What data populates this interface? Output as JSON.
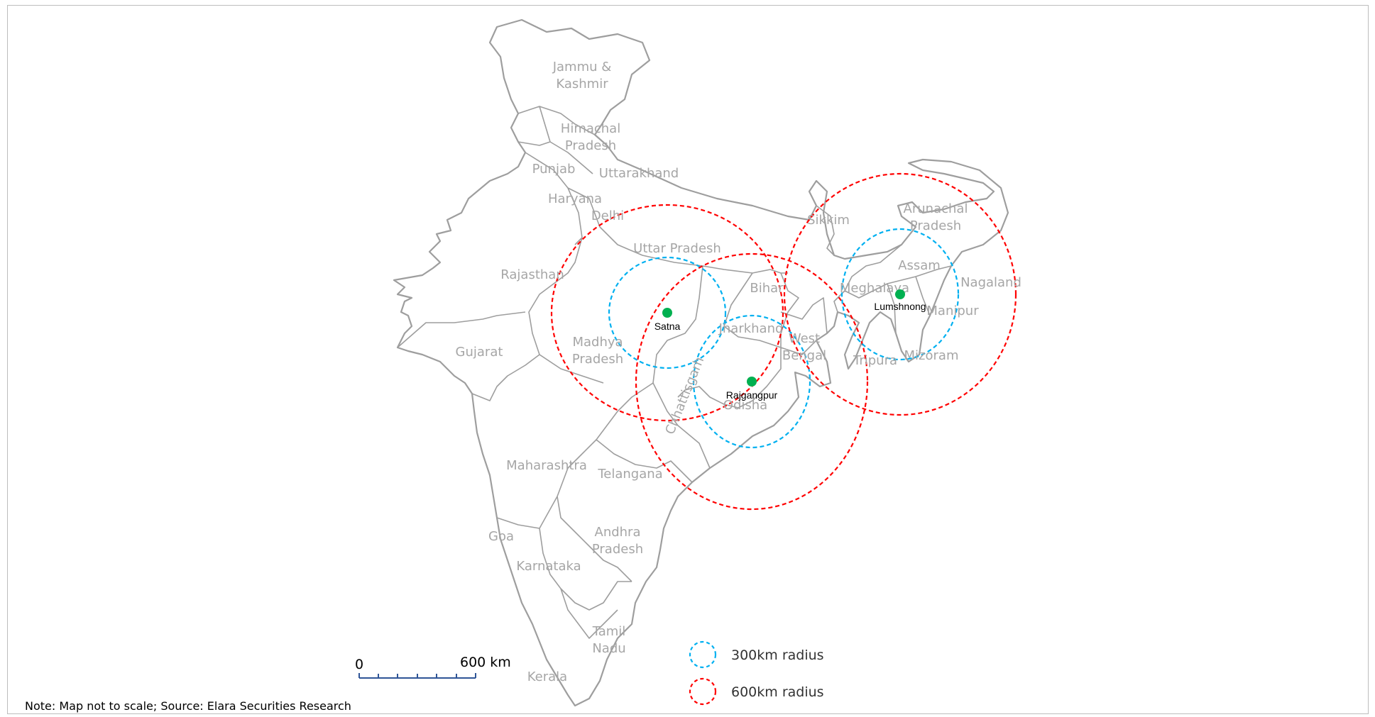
{
  "map": {
    "states": [
      {
        "id": "jammu-kashmir",
        "lines": [
          "Jammu &",
          "Kashmir"
        ]
      },
      {
        "id": "himachal-pradesh",
        "lines": [
          "Himachal",
          "Pradesh"
        ]
      },
      {
        "id": "punjab",
        "lines": [
          "Punjab"
        ]
      },
      {
        "id": "uttarakhand",
        "lines": [
          "Uttarakhand"
        ]
      },
      {
        "id": "haryana",
        "lines": [
          "Haryana"
        ]
      },
      {
        "id": "delhi",
        "lines": [
          "Delhi"
        ]
      },
      {
        "id": "rajasthan",
        "lines": [
          "Rajasthan"
        ]
      },
      {
        "id": "uttar-pradesh",
        "lines": [
          "Uttar Pradesh"
        ]
      },
      {
        "id": "sikkim",
        "lines": [
          "Sikkim"
        ]
      },
      {
        "id": "arunachal-pradesh",
        "lines": [
          "Arunachal",
          "Pradesh"
        ]
      },
      {
        "id": "assam",
        "lines": [
          "Assam"
        ]
      },
      {
        "id": "nagaland",
        "lines": [
          "Nagaland"
        ]
      },
      {
        "id": "meghalaya",
        "lines": [
          "Meghalaya"
        ]
      },
      {
        "id": "manipur",
        "lines": [
          "Manipur"
        ]
      },
      {
        "id": "bihar",
        "lines": [
          "Bihar"
        ]
      },
      {
        "id": "jharkhand",
        "lines": [
          "Jharkhand"
        ]
      },
      {
        "id": "west-bengal",
        "lines": [
          "West",
          "Bengal"
        ]
      },
      {
        "id": "tripura",
        "lines": [
          "Tripura"
        ]
      },
      {
        "id": "mizoram",
        "lines": [
          "Mizoram"
        ]
      },
      {
        "id": "madhya-pradesh",
        "lines": [
          "Madhya",
          "Pradesh"
        ]
      },
      {
        "id": "gujarat",
        "lines": [
          "Gujarat"
        ]
      },
      {
        "id": "chhattisgarh",
        "lines": [
          "Chhattisgarh"
        ]
      },
      {
        "id": "odisha",
        "lines": [
          "Odisha"
        ]
      },
      {
        "id": "maharashtra",
        "lines": [
          "Maharashtra"
        ]
      },
      {
        "id": "telangana",
        "lines": [
          "Telangana"
        ]
      },
      {
        "id": "goa",
        "lines": [
          "Goa"
        ]
      },
      {
        "id": "andhra-pradesh",
        "lines": [
          "Andhra",
          "Pradesh"
        ]
      },
      {
        "id": "karnataka",
        "lines": [
          "Karnataka"
        ]
      },
      {
        "id": "tamil-nadu",
        "lines": [
          "Tamil",
          "Nadu"
        ]
      },
      {
        "id": "kerala",
        "lines": [
          "Kerala"
        ]
      }
    ],
    "sites": [
      {
        "id": "satna",
        "label": "Satna",
        "color": "#00b050"
      },
      {
        "id": "rajgangpur",
        "label": "Rajgangpur",
        "color": "#00b050"
      },
      {
        "id": "lumshnong",
        "label": "Lumshnong",
        "color": "#00b050"
      }
    ],
    "radius_colors": {
      "r300": "#00b0f0",
      "r600": "#ff0000"
    }
  },
  "legend": {
    "items": [
      {
        "label": "300km radius",
        "color": "#00b0f0"
      },
      {
        "label": "600km radius",
        "color": "#ff0000"
      }
    ]
  },
  "scale_bar": {
    "start_label": "0",
    "end_label": "600 km",
    "color": "#2f5597"
  },
  "note": "Note: Map not to scale; Source: Elara Securities Research"
}
